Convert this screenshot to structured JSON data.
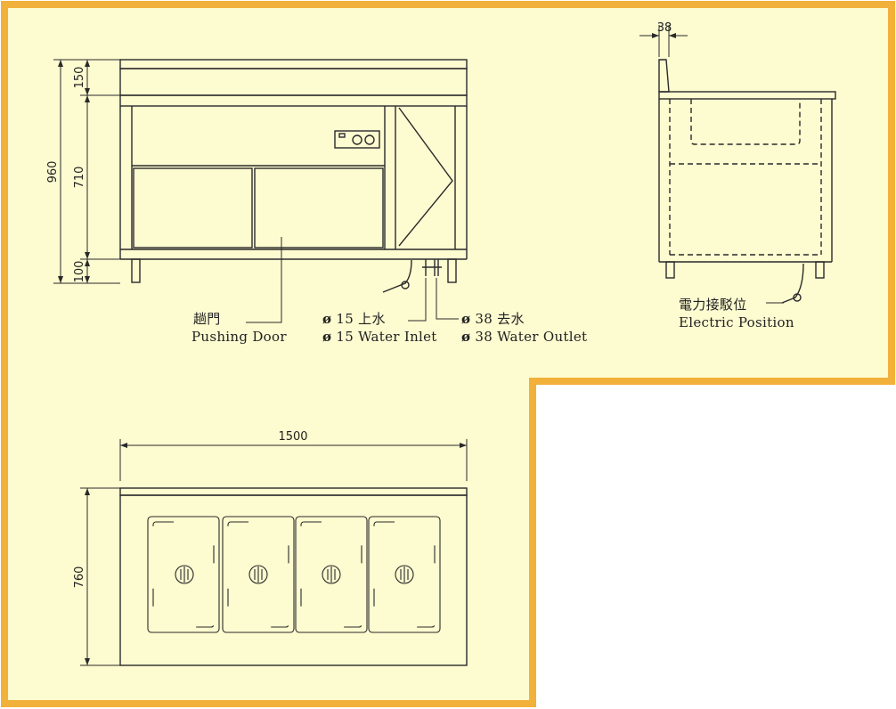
{
  "colors": {
    "background": "#fdfbd0",
    "border": "#f2b13a",
    "ink": "#2a2a2a"
  },
  "dimensions": {
    "top_ledge": "150",
    "body": "710",
    "legs": "100",
    "total_height": "960",
    "side_top": "38",
    "width": "1500",
    "depth": "760"
  },
  "labels": {
    "pushing_door_zh": "趟門",
    "pushing_door_en": "Pushing Door",
    "inlet_zh": "15 上水",
    "inlet_en": "15 Water Inlet",
    "outlet_zh": "38 去水",
    "outlet_en": "38 Water Outlet",
    "electric_zh": "電力接駁位",
    "electric_en": "Electric Position",
    "diameter_symbol": "ø"
  }
}
